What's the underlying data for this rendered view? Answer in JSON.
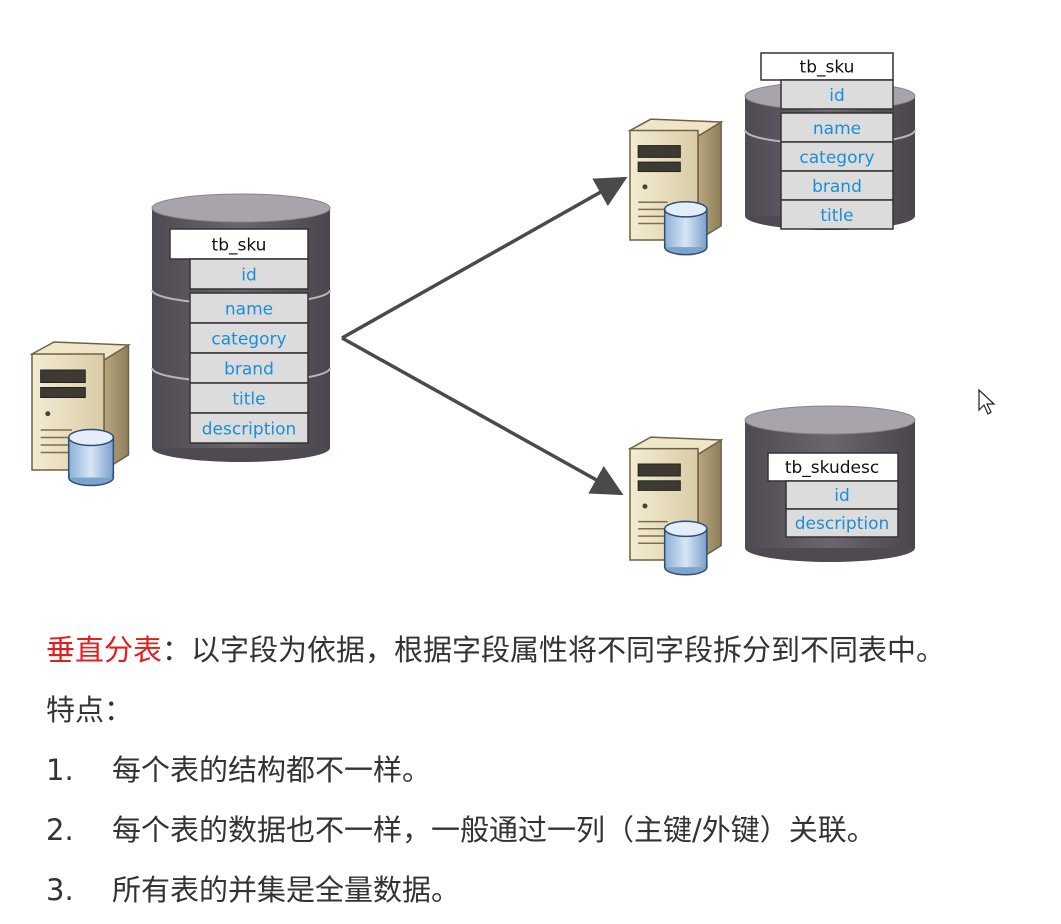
{
  "diagram": {
    "source": {
      "table_name": "tb_sku",
      "fields": [
        "id",
        "name",
        "category",
        "brand",
        "title",
        "description"
      ]
    },
    "target_top": {
      "table_name": "tb_sku",
      "fields": [
        "id",
        "name",
        "category",
        "brand",
        "title"
      ]
    },
    "target_bottom": {
      "table_name": "tb_skudesc",
      "fields": [
        "id",
        "description"
      ]
    }
  },
  "text": {
    "definition_term": "垂直分表",
    "definition_body": "：以字段为依据，根据字段属性将不同字段拆分到不同表中。",
    "features_heading": "特点：",
    "features": [
      {
        "num": "1.",
        "text": "每个表的结构都不一样。"
      },
      {
        "num": "2.",
        "text": "每个表的数据也不一样，一般通过一列（主键/外键）关联。"
      },
      {
        "num": "3.",
        "text": "所有表的并集是全量数据。"
      }
    ]
  }
}
